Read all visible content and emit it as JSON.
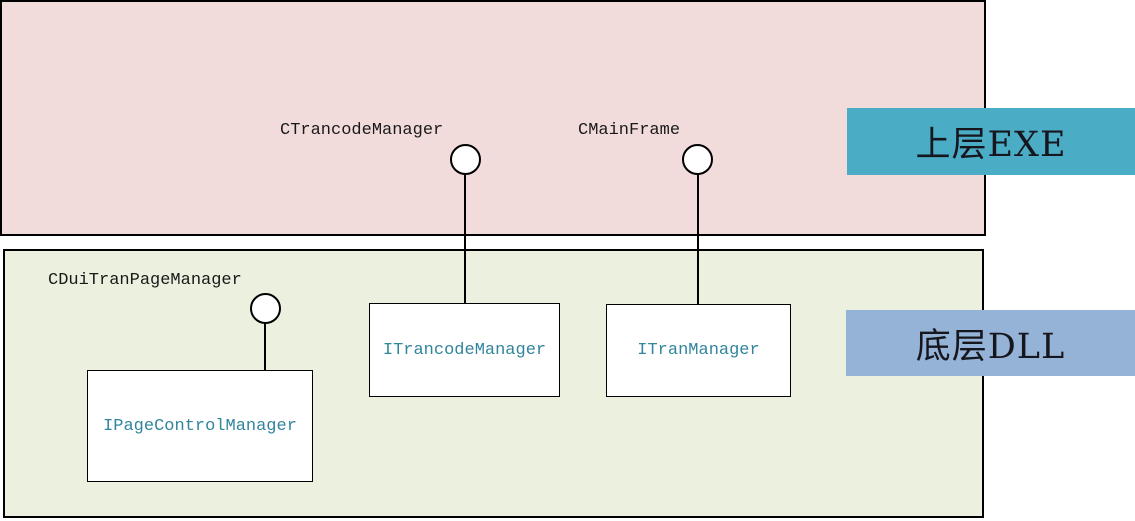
{
  "diagram": {
    "upper_layer": {
      "tag": "上层EXE",
      "classes": [
        {
          "name": "CTrancodeManager"
        },
        {
          "name": "CMainFrame"
        }
      ]
    },
    "lower_layer": {
      "tag": "底层DLL",
      "class_name": "CDuiTranPageManager",
      "interfaces": [
        {
          "name": "IPageControlManager"
        },
        {
          "name": "ITrancodeManager"
        },
        {
          "name": "ITranManager"
        }
      ]
    },
    "colors": {
      "upper-bg": "#F2DCDB",
      "lower-bg": "#EBF1DE",
      "exe-tag-bg": "#4BACC6",
      "dll-tag-bg": "#95B3D7",
      "interface-text": "#31859C",
      "class-text": "#1a1a1a",
      "line-color": "#000000"
    }
  }
}
